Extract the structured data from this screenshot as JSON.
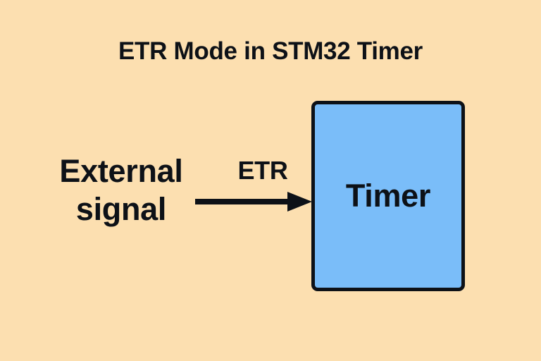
{
  "diagram": {
    "title": "ETR Mode in STM32 Timer",
    "background_color": "#fcdfb0",
    "text_color": "#0d1117",
    "nodes": {
      "source": {
        "label_line1": "External",
        "label_line2": "signal",
        "label": "External signal",
        "shape": "text-only"
      },
      "timer": {
        "label": "Timer",
        "shape": "rounded-rectangle",
        "fill_color": "#7abdf9",
        "border_color": "#0d1117"
      }
    },
    "edges": [
      {
        "label": "ETR",
        "from": "source",
        "to": "timer",
        "direction": "right",
        "arrow_color": "#0d1117"
      }
    ]
  }
}
